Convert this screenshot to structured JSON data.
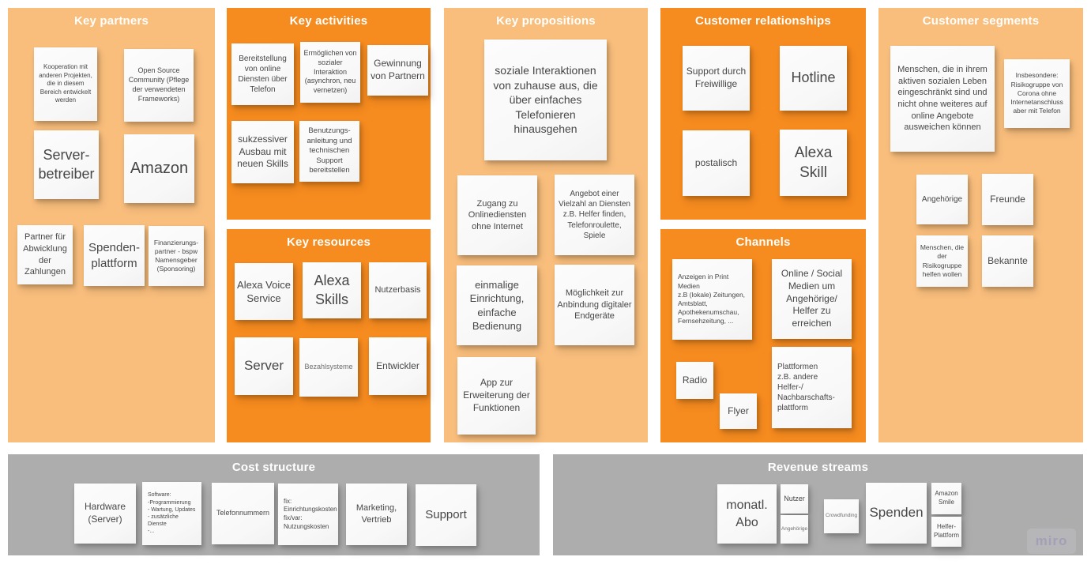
{
  "colors": {
    "light_orange": "#f9be7c",
    "dark_orange": "#f68b1f",
    "gray": "#adadad",
    "note_background": "#fafafa",
    "header_text": "#ffffff",
    "note_text": "#474747"
  },
  "sections": {
    "key_partners": {
      "title": "Key partners",
      "notes": {
        "kooperation": "Kooperation mit anderen Projekten, die in diesem Bereich entwickelt werden",
        "open_source": "Open Source Community (Pflege der verwendeten Frameworks)",
        "serverbetreiber": "Server-betreiber",
        "amazon": "Amazon",
        "zahlungen": "Partner für Abwicklung der Zahlungen",
        "spendenplattform": "Spenden-plattform",
        "finanzierung": "Finanzierungs-partner - bspw Namensgeber (Sponsoring)"
      }
    },
    "key_activities": {
      "title": "Key activities",
      "notes": {
        "bereitstellung": "Bereitstellung von online Diensten über Telefon",
        "interaktion": "Ermöglichen von sozialer Interaktion (asynchron, neu vernetzen)",
        "gewinnung": "Gewinnung von Partnern",
        "ausbau": "sukzessiver Ausbau mit neuen Skills",
        "anleitung": "Benutzungs-anleitung und technischen Support bereitstellen"
      }
    },
    "key_resources": {
      "title": "Key resources",
      "notes": {
        "avs": "Alexa Voice Service",
        "skills": "Alexa Skills",
        "nutzerbasis": "Nutzerbasis",
        "server": "Server",
        "bezahlsysteme": "Bezahlsysteme",
        "entwickler": "Entwickler"
      }
    },
    "key_propositions": {
      "title": "Key propositions",
      "notes": {
        "soziale": "soziale Interaktionen von zuhause aus, die über einfaches Telefonieren hinausgehen",
        "zugang": "Zugang zu Onlinediensten ohne Internet",
        "angebot": "Angebot einer Vielzahl an Diensten\nz.B. Helfer finden, Telefonroulette, Spiele",
        "einrichtung": "einmalige Einrichtung, einfache Bedienung",
        "anbindung": "Möglichkeit zur Anbindung digitaler Endgeräte",
        "app": "App zur Erweiterung der Funktionen"
      }
    },
    "customer_relationships": {
      "title": "Customer relationships",
      "notes": {
        "freiwillige": "Support durch Freiwillige",
        "hotline": "Hotline",
        "postalisch": "postalisch",
        "alexa_skill": "Alexa Skill"
      }
    },
    "channels": {
      "title": "Channels",
      "notes": {
        "print": "Anzeigen in Print Medien\nz.B (lokale) Zeitungen,\nAmtsblatt,\nApothekenumschau,\nFernsehzeitung, ...",
        "online": "Online / Social Medien um Angehörige/ Helfer zu erreichen",
        "radio": "Radio",
        "flyer": "Flyer",
        "plattformen": "Plattformen\nz.B. andere\nHelfer-/\nNachbarschafts-\nplattform"
      }
    },
    "customer_segments": {
      "title": "Customer segments",
      "notes": {
        "menschen": "Menschen, die in ihrem aktiven sozialen Leben eingeschränkt sind und nicht ohne weiteres auf online Angebote ausweichen können",
        "risikogruppe": "Insbesondere: Risikogruppe von Corona ohne Internetanschluss aber mit Telefon",
        "angehoerige": "Angehörige",
        "freunde": "Freunde",
        "helfen_wollen": "Menschen, die der Risikogruppe helfen wollen",
        "bekannte": "Bekannte"
      }
    },
    "cost_structure": {
      "title": "Cost structure",
      "notes": {
        "hardware": "Hardware (Server)",
        "software": "Software:\n-Programmierung\n- Wartung, Updates\n- zusätzliche Dienste\n-...",
        "telefonnummern": "Telefonnummern",
        "fixkosten": "fix:\nEinrichtungskosten\nfix/var:\nNutzungskosten",
        "marketing": "Marketing, Vertrieb",
        "support": "Support"
      }
    },
    "revenue_streams": {
      "title": "Revenue streams",
      "notes": {
        "abo": "monatl. Abo",
        "nutzer": "Nutzer",
        "angehoerige": "Angehörige",
        "crowdfunding": "Crowdfunding",
        "spenden": "Spenden",
        "amazon_smile": "Amazon Smile",
        "helfer_plattform": "Helfer-Plattform"
      }
    }
  },
  "watermark": "miro"
}
